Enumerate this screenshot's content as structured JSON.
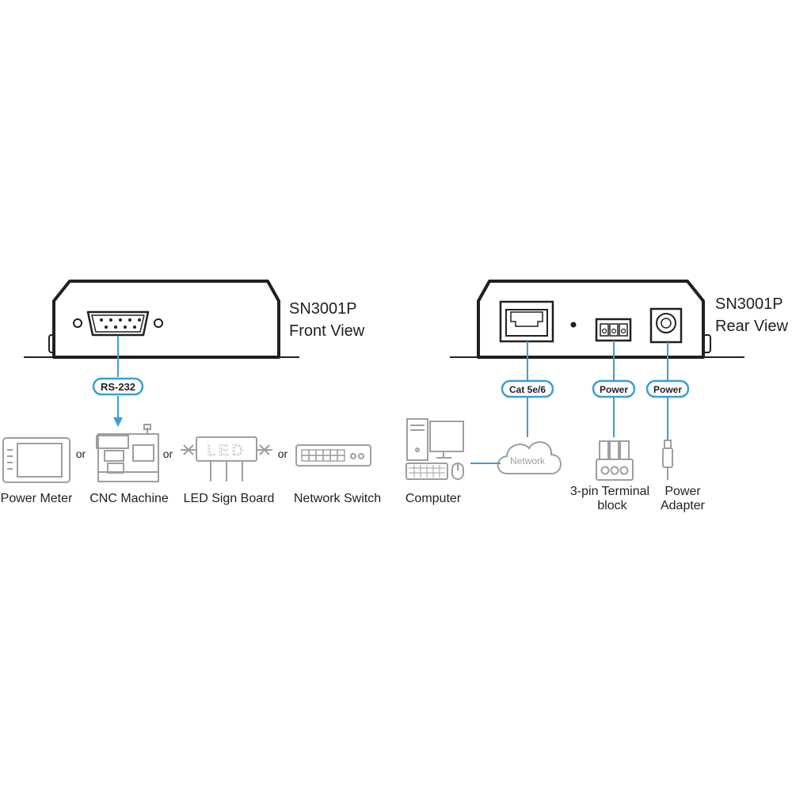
{
  "front": {
    "title_line1": "SN3001P",
    "title_line2": "Front View",
    "port_badge": "RS-232",
    "devices": [
      {
        "label": "Power Meter",
        "icon": "power-meter-icon"
      },
      {
        "label": "CNC Machine",
        "icon": "cnc-machine-icon"
      },
      {
        "label": "LED Sign Board",
        "icon": "led-sign-board-icon"
      },
      {
        "label": "Network Switch",
        "icon": "network-switch-icon"
      }
    ],
    "separator": "or",
    "led_text": "LED"
  },
  "rear": {
    "title_line1": "SN3001P",
    "title_line2": "Rear View",
    "lan_badge": "Cat 5e/6",
    "terminal_badge": "Power",
    "adapter_badge": "Power",
    "network_label": "Network",
    "computer_label": "Computer",
    "terminal_label_line1": "3-pin Terminal",
    "terminal_label_line2": "block",
    "adapter_label_line1": "Power",
    "adapter_label_line2": "Adapter"
  },
  "colors": {
    "accent": "#3a9fd3",
    "outline": "#231f20",
    "icon_gray": "#9d9fa2"
  }
}
